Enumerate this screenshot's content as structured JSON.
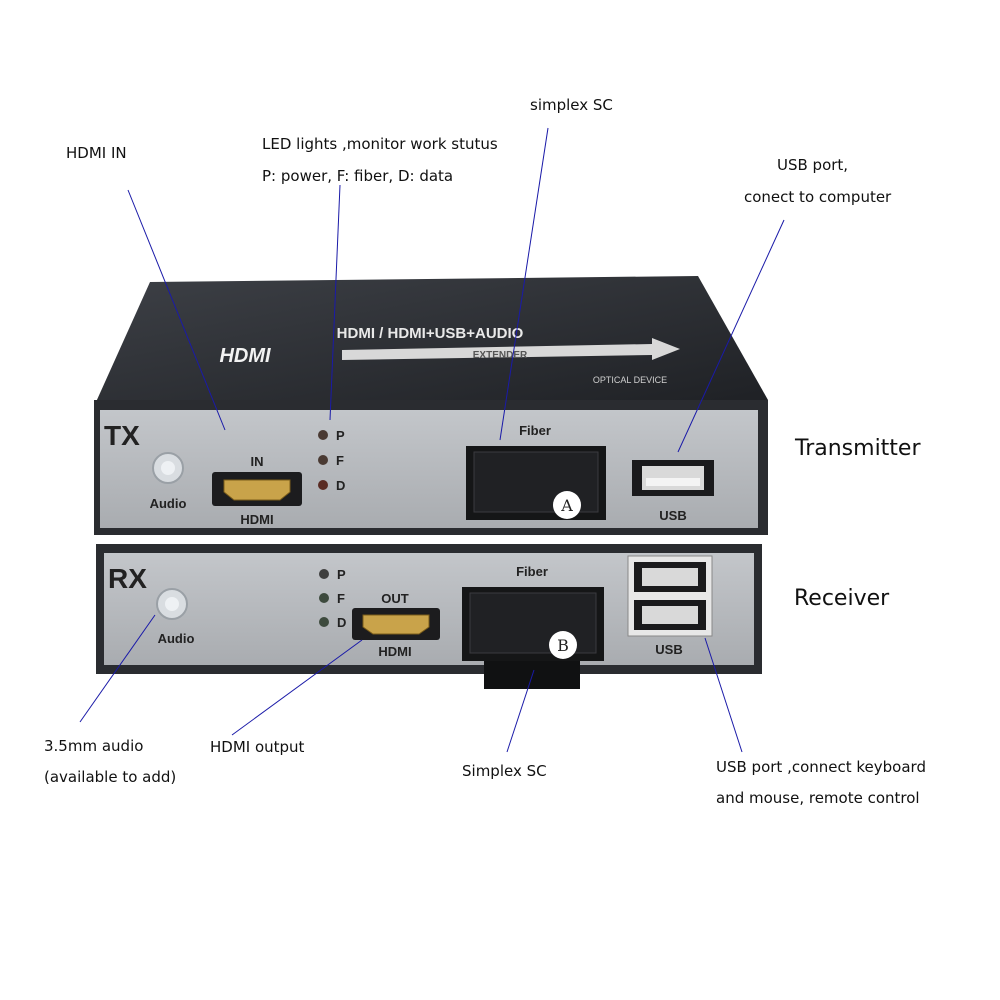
{
  "callouts": {
    "simplex_sc_top": "simplex SC",
    "hdmi_in": "HDMI IN",
    "led_line1": "LED lights ,monitor work stutus",
    "led_line2": "P: power, F: fiber, D: data",
    "usb_tx_line1": "USB port,",
    "usb_tx_line2": "conect to computer",
    "audio_line1": "3.5mm audio",
    "audio_line2": "(available to add)",
    "hdmi_output": "HDMI output",
    "simplex_sc_bottom": "Simplex SC",
    "usb_rx_line1": "USB port ,connect keyboard",
    "usb_rx_line2": "and mouse, remote control"
  },
  "side_labels": {
    "transmitter": "Transmitter",
    "receiver": "Receiver"
  },
  "tx_unit": {
    "top_title": "HDMI / HDMI+USB+AUDIO",
    "logo": "HDMI",
    "extender": "EXTENDER",
    "optical": "OPTICAL DEVICE",
    "badge": "TX",
    "audio": "Audio",
    "hdmi_in_label": "IN",
    "hdmi_label": "HDMI",
    "led_p": "P",
    "led_f": "F",
    "led_d": "D",
    "fiber": "Fiber",
    "connector_letter": "A",
    "usb": "USB"
  },
  "rx_unit": {
    "badge": "RX",
    "audio": "Audio",
    "led_p": "P",
    "led_f": "F",
    "led_d": "D",
    "hdmi_out_label": "OUT",
    "hdmi_label": "HDMI",
    "fiber": "Fiber",
    "connector_letter": "B",
    "usb": "USB"
  },
  "colors": {
    "leader_line": "#1a1aa8",
    "panel": "#b5b8bc",
    "housing": "#2b2d31"
  }
}
